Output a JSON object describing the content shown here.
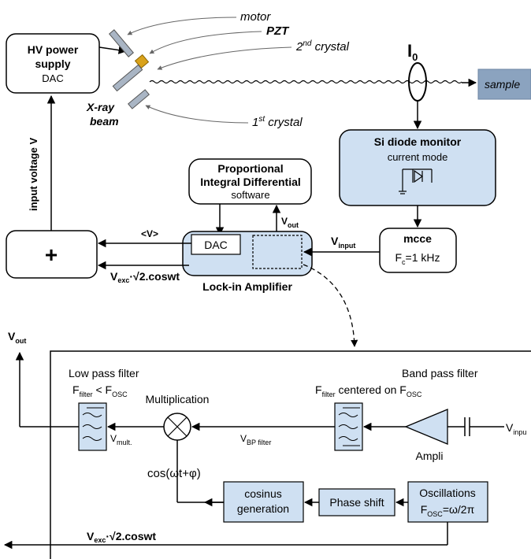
{
  "top": {
    "hv": {
      "line1": "HV power",
      "line2": "supply",
      "line3": "DAC"
    },
    "labels": {
      "motor": "motor",
      "pzt": "PZT",
      "crystal2": "2",
      "crystal2_sup": "nd",
      "crystal2_rest": " crystal",
      "crystal1": "1",
      "crystal1_sup": "st",
      "crystal1_rest": " crystal",
      "xray1": "X-ray",
      "xray2": "beam",
      "i0": "I",
      "i0_sub": "0",
      "sample": "sample",
      "input_voltage": "input voltage V"
    },
    "si": {
      "line1": "Si diode monitor",
      "line2": "current mode"
    },
    "pid": {
      "line1": "Proportional",
      "line2": "Integral Differential",
      "line3": "software"
    },
    "vout_small": {
      "main": "V",
      "sub": "out"
    },
    "avg_v": "<V>",
    "plus": "+",
    "vexc": {
      "v": "V",
      "sub": "exc",
      "rest": "·√2.coswt"
    },
    "dac": "DAC",
    "lockin": "Lock-in Amplifier",
    "vinput": {
      "main": "V",
      "sub": "input"
    },
    "mcce": {
      "line1": "mcce",
      "fc": "F",
      "fc_sub": "c",
      "fc_rest": "=1 kHz"
    }
  },
  "bottom": {
    "vout": {
      "main": "V",
      "sub": "out"
    },
    "lowpass": {
      "title": "Low pass filter",
      "f": "F",
      "f_sub": "filter",
      "lt": " < F",
      "osc_sub": "OSC"
    },
    "mult": "Multiplication",
    "vmult": {
      "main": "V",
      "sub": "mult."
    },
    "vbp": {
      "main": "V",
      "sub": "BP filter"
    },
    "bandpass": {
      "title": "Band pass filter",
      "f": "F",
      "f_sub": "filter",
      "rest": " centered on F",
      "osc_sub": "OSC"
    },
    "vinpu": {
      "main": "V",
      "sub": "inpu"
    },
    "ampli": "Ampli",
    "cos": "cos(ωt+φ)",
    "cosgen": {
      "line1": "cosinus",
      "line2": "generation"
    },
    "phase": "Phase shift",
    "osc": {
      "line1": "Oscillations",
      "f": "F",
      "f_sub": "OSC",
      "rest": "=ω/2π"
    },
    "vexc": {
      "v": "V",
      "sub": "exc",
      "rest": "·√2.coswt"
    }
  },
  "colors": {
    "box_fill": "#cfe0f2",
    "sample_fill": "#8ba3bf",
    "pzt": "#d9a21b",
    "crystal": "#a9b5c4"
  }
}
